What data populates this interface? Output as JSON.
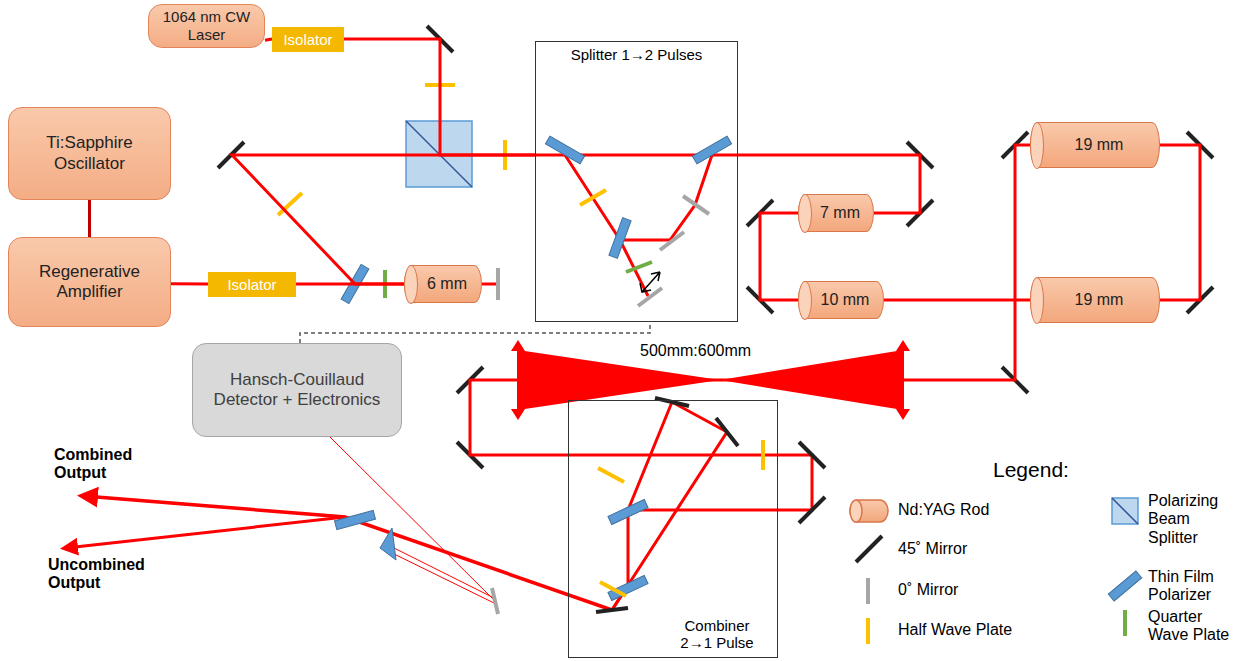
{
  "diagram": {
    "nodes": [
      {
        "text": [
          "1064 nm CW Laser"
        ]
      },
      {
        "text": [
          "Isolator"
        ]
      },
      {
        "text": [
          "Ti:Sapphire Oscillator"
        ]
      },
      {
        "text": [
          "Regenerative Amplifier"
        ]
      },
      {
        "text": [
          "Isolator"
        ]
      },
      {
        "text": [
          "6 mm"
        ]
      },
      {
        "text": [
          "Splitter 1→2 Pulses"
        ]
      },
      {
        "text": [
          "7 mm"
        ]
      },
      {
        "text": [
          "10 mm"
        ]
      },
      {
        "text": [
          "19 mm"
        ]
      },
      {
        "text": [
          "19 mm"
        ]
      },
      {
        "text": [
          "Hansch-Couillaud Detector + Electronics"
        ]
      },
      {
        "text": [
          "Combiner 2→1 Pulse"
        ]
      }
    ],
    "edges": [
      {
        "from": 0,
        "to": 1,
        "arrow": "none"
      },
      {
        "from": 1,
        "to": 6,
        "arrow": "none"
      },
      {
        "from": 2,
        "to": 3,
        "arrow": "none"
      },
      {
        "from": 3,
        "to": 4,
        "arrow": "none"
      },
      {
        "from": 4,
        "to": 5,
        "arrow": "none"
      },
      {
        "from": 5,
        "to": 6,
        "arrow": "none"
      },
      {
        "from": 6,
        "to": 7,
        "arrow": "none"
      },
      {
        "from": 7,
        "to": 8,
        "arrow": "none"
      },
      {
        "from": 8,
        "to": 10,
        "arrow": "none"
      },
      {
        "from": 10,
        "to": 9,
        "arrow": "none"
      },
      {
        "from": 9,
        "to": 12,
        "arrow": "none"
      },
      {
        "from": 11,
        "to": 6,
        "arrow": "none"
      }
    ],
    "labels": [
      "500mm:600mm",
      "Combined Output",
      "Uncombined Output",
      "Legend:"
    ],
    "legend": [
      {
        "text": "Nd:YAG Rod"
      },
      {
        "text": "Polarizing Beam Splitter"
      },
      {
        "text": "45˚ Mirror"
      },
      {
        "text": "Thin Film Polarizer"
      },
      {
        "text": "0˚ Mirror"
      },
      {
        "text": "Half Wave Plate"
      },
      {
        "text": "Quarter Wave Plate"
      }
    ]
  }
}
